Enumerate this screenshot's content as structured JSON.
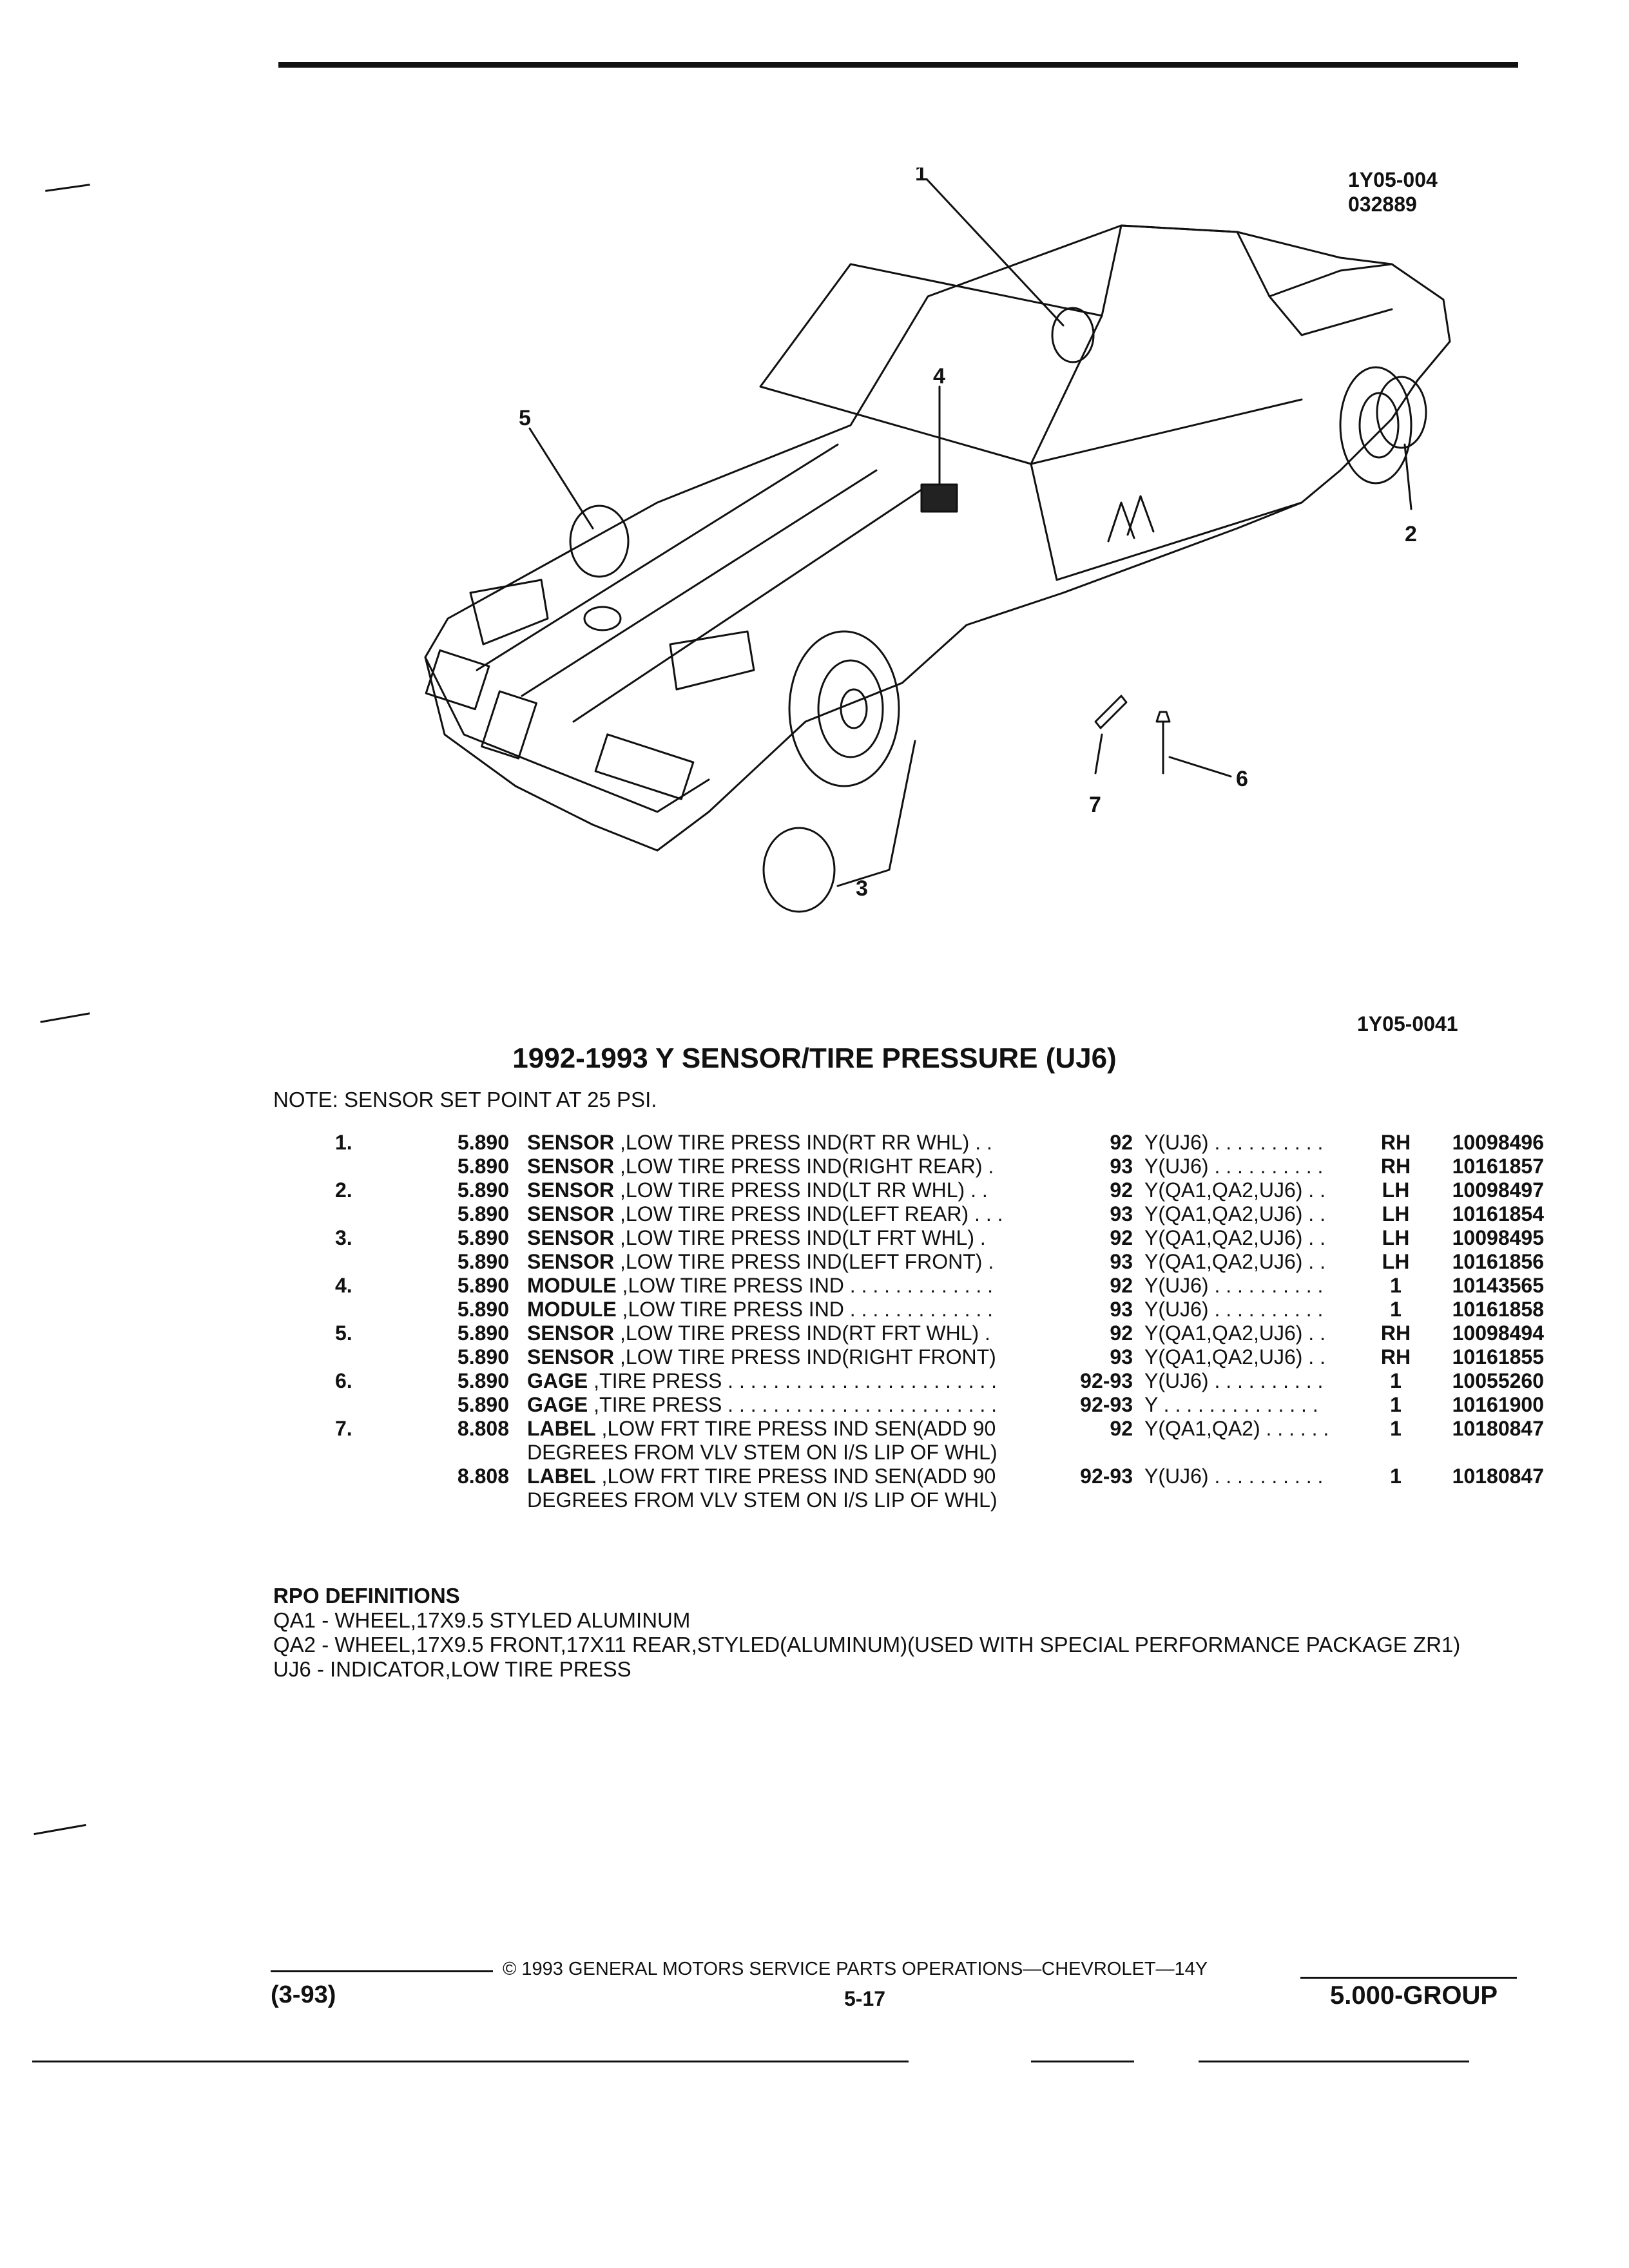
{
  "figure": {
    "code_top_1": "1Y05-004",
    "code_top_2": "032889",
    "code_bottom": "1Y05-0041",
    "callouts": [
      "1",
      "2",
      "3",
      "4",
      "5",
      "6",
      "7"
    ]
  },
  "title": "1992-1993 Y SENSOR/TIRE PRESSURE (UJ6)",
  "note": "NOTE:  SENSOR SET POINT AT 25 PSI.",
  "parts": [
    {
      "item": "1.",
      "group": "5.890",
      "name": "SENSOR",
      "desc": " ,LOW TIRE PRESS IND(RT RR WHL)  . .",
      "year": "92",
      "usage": "Y(UJ6)  . . . . . . . . . .",
      "qty": "RH",
      "part": "10098496"
    },
    {
      "item": "",
      "group": "5.890",
      "name": "SENSOR",
      "desc": " ,LOW TIRE PRESS IND(RIGHT REAR)  .",
      "year": "93",
      "usage": "Y(UJ6)  . . . . . . . . . .",
      "qty": "RH",
      "part": "10161857"
    },
    {
      "item": "2.",
      "group": "5.890",
      "name": "SENSOR",
      "desc": " ,LOW TIRE PRESS IND(LT RR WHL)  . .",
      "year": "92",
      "usage": "Y(QA1,QA2,UJ6)  . .",
      "qty": "LH",
      "part": "10098497"
    },
    {
      "item": "",
      "group": "5.890",
      "name": "SENSOR",
      "desc": " ,LOW TIRE PRESS IND(LEFT REAR)  . . .",
      "year": "93",
      "usage": "Y(QA1,QA2,UJ6)  . .",
      "qty": "LH",
      "part": "10161854"
    },
    {
      "item": "3.",
      "group": "5.890",
      "name": "SENSOR",
      "desc": " ,LOW TIRE PRESS IND(LT FRT WHL)  .",
      "year": "92",
      "usage": "Y(QA1,QA2,UJ6)  . .",
      "qty": "LH",
      "part": "10098495"
    },
    {
      "item": "",
      "group": "5.890",
      "name": "SENSOR",
      "desc": " ,LOW TIRE PRESS IND(LEFT FRONT)  .",
      "year": "93",
      "usage": "Y(QA1,QA2,UJ6)  . .",
      "qty": "LH",
      "part": "10161856"
    },
    {
      "item": "4.",
      "group": "5.890",
      "name": "MODULE",
      "desc": " ,LOW TIRE PRESS IND  . . . . . . . . . . . . .",
      "year": "92",
      "usage": "Y(UJ6)  . . . . . . . . . .",
      "qty": "1",
      "part": "10143565"
    },
    {
      "item": "",
      "group": "5.890",
      "name": "MODULE",
      "desc": " ,LOW TIRE PRESS IND  . . . . . . . . . . . . .",
      "year": "93",
      "usage": "Y(UJ6)  . . . . . . . . . .",
      "qty": "1",
      "part": "10161858"
    },
    {
      "item": "5.",
      "group": "5.890",
      "name": "SENSOR",
      "desc": " ,LOW TIRE PRESS IND(RT FRT WHL)  .",
      "year": "92",
      "usage": "Y(QA1,QA2,UJ6)  . .",
      "qty": "RH",
      "part": "10098494"
    },
    {
      "item": "",
      "group": "5.890",
      "name": "SENSOR",
      "desc": " ,LOW TIRE PRESS IND(RIGHT FRONT)",
      "year": "93",
      "usage": "Y(QA1,QA2,UJ6)  . .",
      "qty": "RH",
      "part": "10161855"
    },
    {
      "item": "6.",
      "group": "5.890",
      "name": "GAGE",
      "desc": " ,TIRE PRESS  . . . . . . . . . . . . . . . . . . . . . . . .",
      "year": "92-93",
      "usage": "Y(UJ6)  . . . . . . . . . .",
      "qty": "1",
      "part": "10055260"
    },
    {
      "item": "",
      "group": "5.890",
      "name": "GAGE",
      "desc": " ,TIRE PRESS  . . . . . . . . . . . . . . . . . . . . . . . .",
      "year": "92-93",
      "usage": "Y  . . . . . . . . . . . . . .",
      "qty": "1",
      "part": "10161900"
    },
    {
      "item": "7.",
      "group": "8.808",
      "name": "LABEL",
      "desc": " ,LOW FRT TIRE PRESS IND SEN(ADD 90 DEGREES FROM VLV STEM ON I/S LIP OF WHL)",
      "year": "92",
      "usage": "Y(QA1,QA2)  . . . . . .",
      "qty": "1",
      "part": "10180847"
    },
    {
      "item": "",
      "group": "8.808",
      "name": "LABEL",
      "desc": " ,LOW FRT TIRE PRESS IND SEN(ADD 90 DEGREES FROM VLV STEM ON I/S LIP OF WHL)",
      "year": "92-93",
      "usage": "Y(UJ6)  . . . . . . . . . .",
      "qty": "1",
      "part": "10180847"
    }
  ],
  "rpo": {
    "heading": "RPO DEFINITIONS",
    "lines": [
      "QA1 - WHEEL,17X9.5 STYLED ALUMINUM",
      "QA2 - WHEEL,17X9.5 FRONT,17X11 REAR,STYLED(ALUMINUM)(USED WITH SPECIAL PERFORMANCE PACKAGE ZR1)",
      "UJ6 - INDICATOR,LOW TIRE PRESS"
    ]
  },
  "footer": {
    "copyright": "©  1993  GENERAL MOTORS SERVICE PARTS OPERATIONS—CHEVROLET—14Y",
    "date": "(3-93)",
    "page": "5-17",
    "group": "5.000-GROUP"
  }
}
